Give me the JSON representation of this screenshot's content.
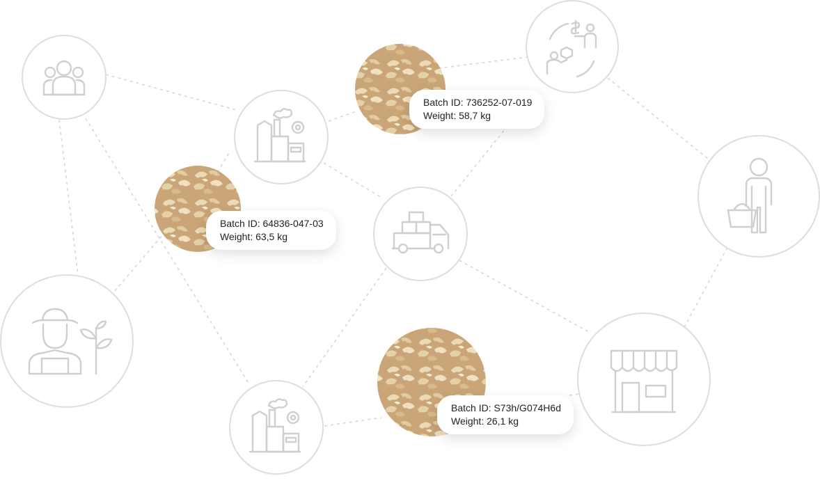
{
  "colors": {
    "ring": "#dddddd",
    "icon": "#cfcfcf",
    "edge": "#d6d6d6",
    "card_text": "#222222"
  },
  "nodes": [
    {
      "id": "consumers",
      "icon": "group-of-people-icon"
    },
    {
      "id": "farmer",
      "icon": "farmer-with-plant-icon"
    },
    {
      "id": "factory-top",
      "icon": "factory-icon"
    },
    {
      "id": "factory-bottom",
      "icon": "factory-icon"
    },
    {
      "id": "truck",
      "icon": "delivery-truck-icon"
    },
    {
      "id": "trade",
      "icon": "buyer-seller-exchange-icon"
    },
    {
      "id": "shopper",
      "icon": "shopper-with-basket-icon"
    },
    {
      "id": "store",
      "icon": "storefront-icon"
    }
  ],
  "batches": [
    {
      "batch_id": "Batch ID: 736252-07-019",
      "weight": "Weight: 58,7 kg"
    },
    {
      "batch_id": "Batch ID: 64836-047-03",
      "weight": "Weight: 63,5 kg"
    },
    {
      "batch_id": "Batch ID: S73h/G074H6d",
      "weight": "Weight: 26,1 kg"
    }
  ]
}
